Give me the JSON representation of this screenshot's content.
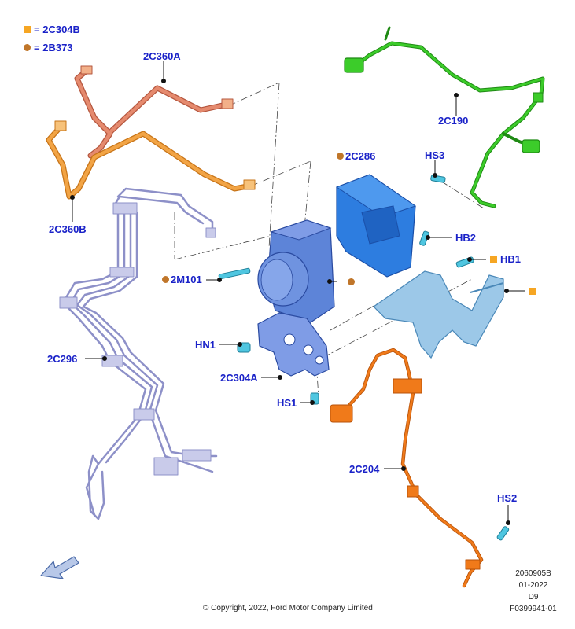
{
  "legend": {
    "square_code": "2C304B",
    "dot_code": "2B373",
    "prefix": "="
  },
  "labels": {
    "c2C360A": "2C360A",
    "c2C360B": "2C360B",
    "c2C190": "2C190",
    "c2C286": "2C286",
    "cHS3": "HS3",
    "cHB2": "HB2",
    "cHB1": "HB1",
    "c2M101": "2M101",
    "cHN1": "HN1",
    "c2C296": "2C296",
    "c2C304A": "2C304A",
    "cHS1": "HS1",
    "c2C204": "2C204",
    "cHS2": "HS2"
  },
  "meta": {
    "ref": "2060905B",
    "date": "01-2022",
    "code": "D9",
    "figure": "F0399941-01",
    "copyright": "© Copyright, 2022, Ford Motor Company Limited"
  },
  "colors": {
    "callout_text": "#1a22c8",
    "legend_square": "#f6a623",
    "legend_dot": "#c0762a",
    "pipe_salmon": "#e58a6e",
    "pipe_orange": "#f2a445",
    "harness_green": "#3ccc2a",
    "module_blue": "#2d7de0",
    "pump_blue": "#5d84d8",
    "bracket_blue": "#9cc8e8",
    "pipes_lavender": "#a9acdc",
    "sensor_orange": "#f07a1a",
    "fastener_cyan": "#4fc6e0"
  },
  "icons": [
    "direction-arrow-icon"
  ]
}
